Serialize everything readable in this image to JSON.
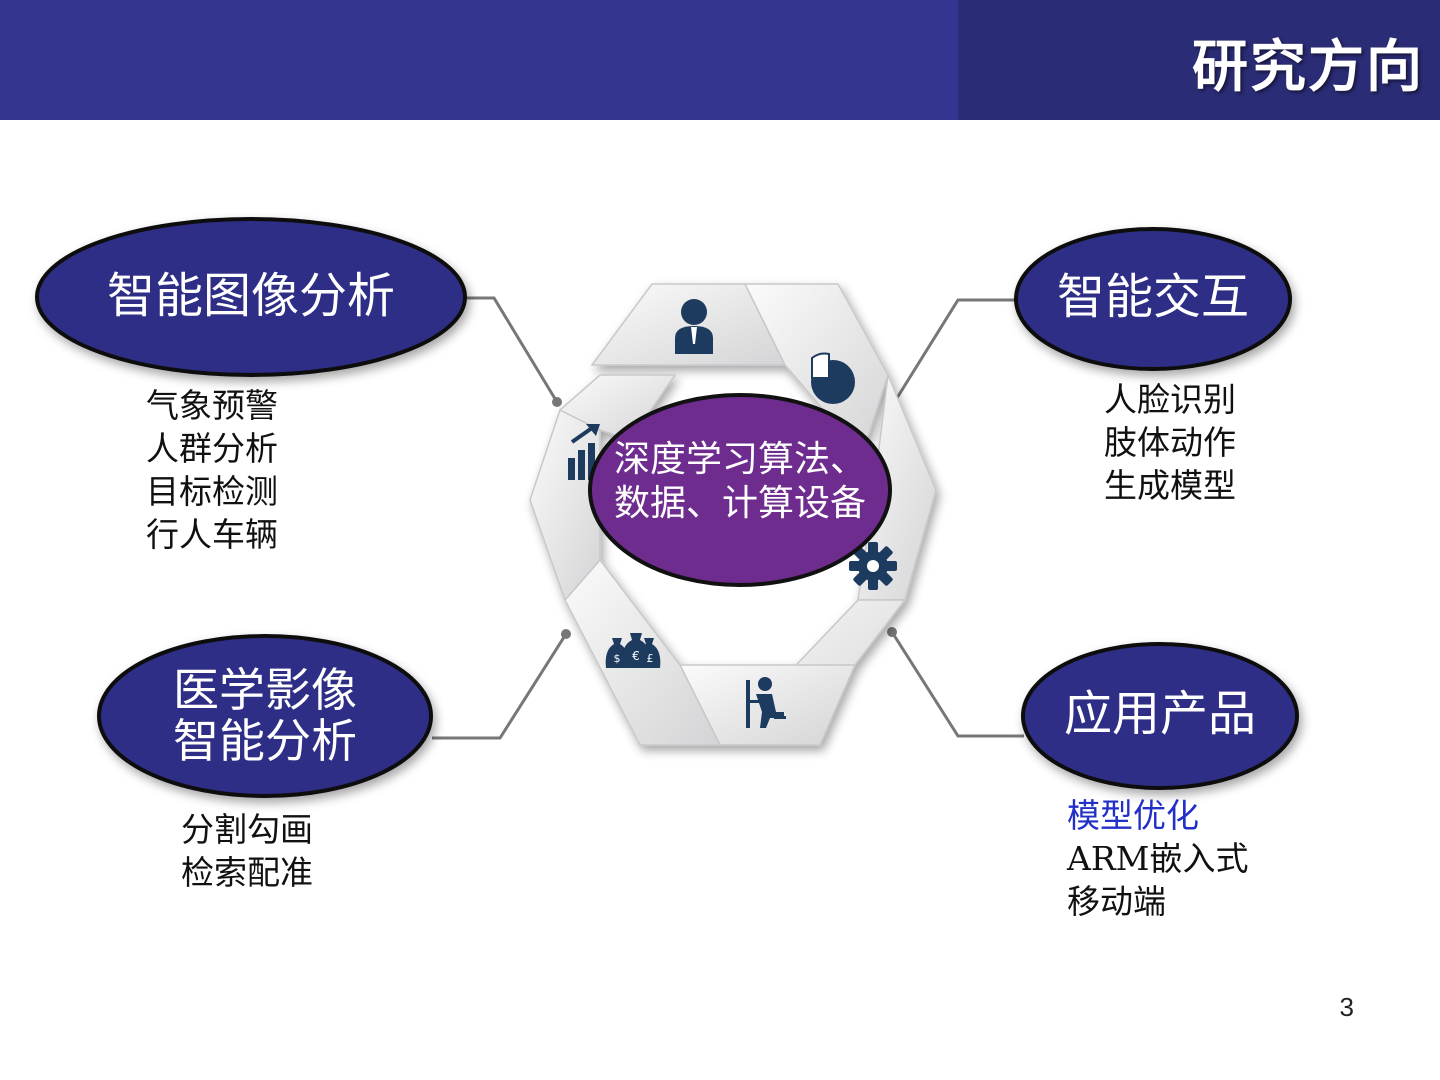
{
  "header": {
    "title": "研究方向"
  },
  "center": {
    "lines": [
      "深度学习算法、",
      "数据、计算设备"
    ]
  },
  "nodes": [
    {
      "label_lines": [
        "智能图像分析"
      ],
      "items": [
        "气象预警",
        "人群分析",
        "目标检测",
        "行人车辆"
      ],
      "highlight_index": -1
    },
    {
      "label_lines": [
        "智能交互"
      ],
      "items": [
        "人脸识别",
        "肢体动作",
        "生成模型"
      ],
      "highlight_index": -1
    },
    {
      "label_lines": [
        "医学影像",
        "智能分析"
      ],
      "items": [
        "分割勾画",
        "检索配准"
      ],
      "highlight_index": -1
    },
    {
      "label_lines": [
        "应用产品"
      ],
      "items": [
        "模型优化",
        "ARM嵌入式",
        "移动端"
      ],
      "highlight_index": 0
    }
  ],
  "cycle_icons": [
    "person-icon",
    "pie-chart-icon",
    "gear-icon",
    "worker-at-desk-icon",
    "money-bags-icon",
    "growth-chart-icon"
  ],
  "icon_symbols": {
    "money_bag_1": "$",
    "money_bag_2": "€",
    "money_bag_3": "£"
  },
  "colors": {
    "header": "#343591",
    "header_dark": "#2b2c76",
    "node_fill": "#2e2f86",
    "center_fill": "#6f2c8f",
    "highlight_text": "#2230c8",
    "icon": "#1d3a5f"
  },
  "page_number": "3"
}
